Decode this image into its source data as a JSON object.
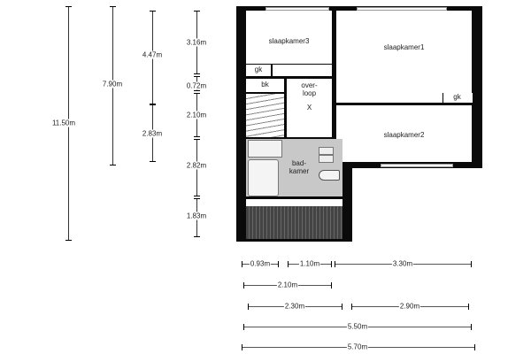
{
  "rooms": {
    "slaapkamer3": "slaapkamer3",
    "slaapkamer1": "slaapkamer1",
    "slaapkamer2": "slaapkamer2",
    "gk_left": "gk",
    "gk_right": "gk",
    "bk": "bk",
    "overloop_1": "over-",
    "overloop_2": "loop",
    "overloop_x": "X",
    "badkamer_1": "bad-",
    "badkamer_2": "kamer"
  },
  "dims_vertical": [
    "11.50m",
    "7.90m",
    "4.47m",
    "2.83m",
    "3.16m",
    "0.72m",
    "2.10m",
    "2.82m",
    "1.83m"
  ],
  "dims_horizontal": [
    "0.93m",
    "1.10m",
    "3.30m",
    "2.10m",
    "2.30m",
    "2.90m",
    "5.50m",
    "5.70m"
  ]
}
